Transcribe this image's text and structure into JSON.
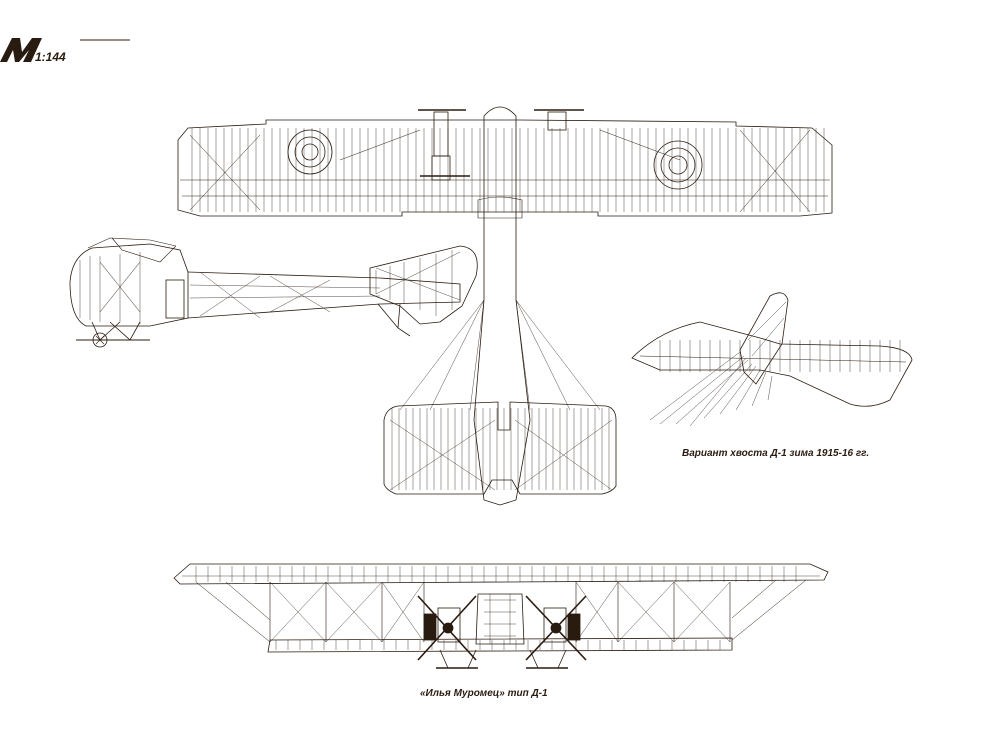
{
  "logo": {
    "letter": "M",
    "scale": "1:144"
  },
  "captions": {
    "tail_variant": "Вариант хвоста Д-1 зима 1915-16 гг.",
    "aircraft_name": "«Илья Муромец» тип Д-1"
  },
  "colors": {
    "ink": "#2a1b10",
    "paper": "#ffffff"
  }
}
